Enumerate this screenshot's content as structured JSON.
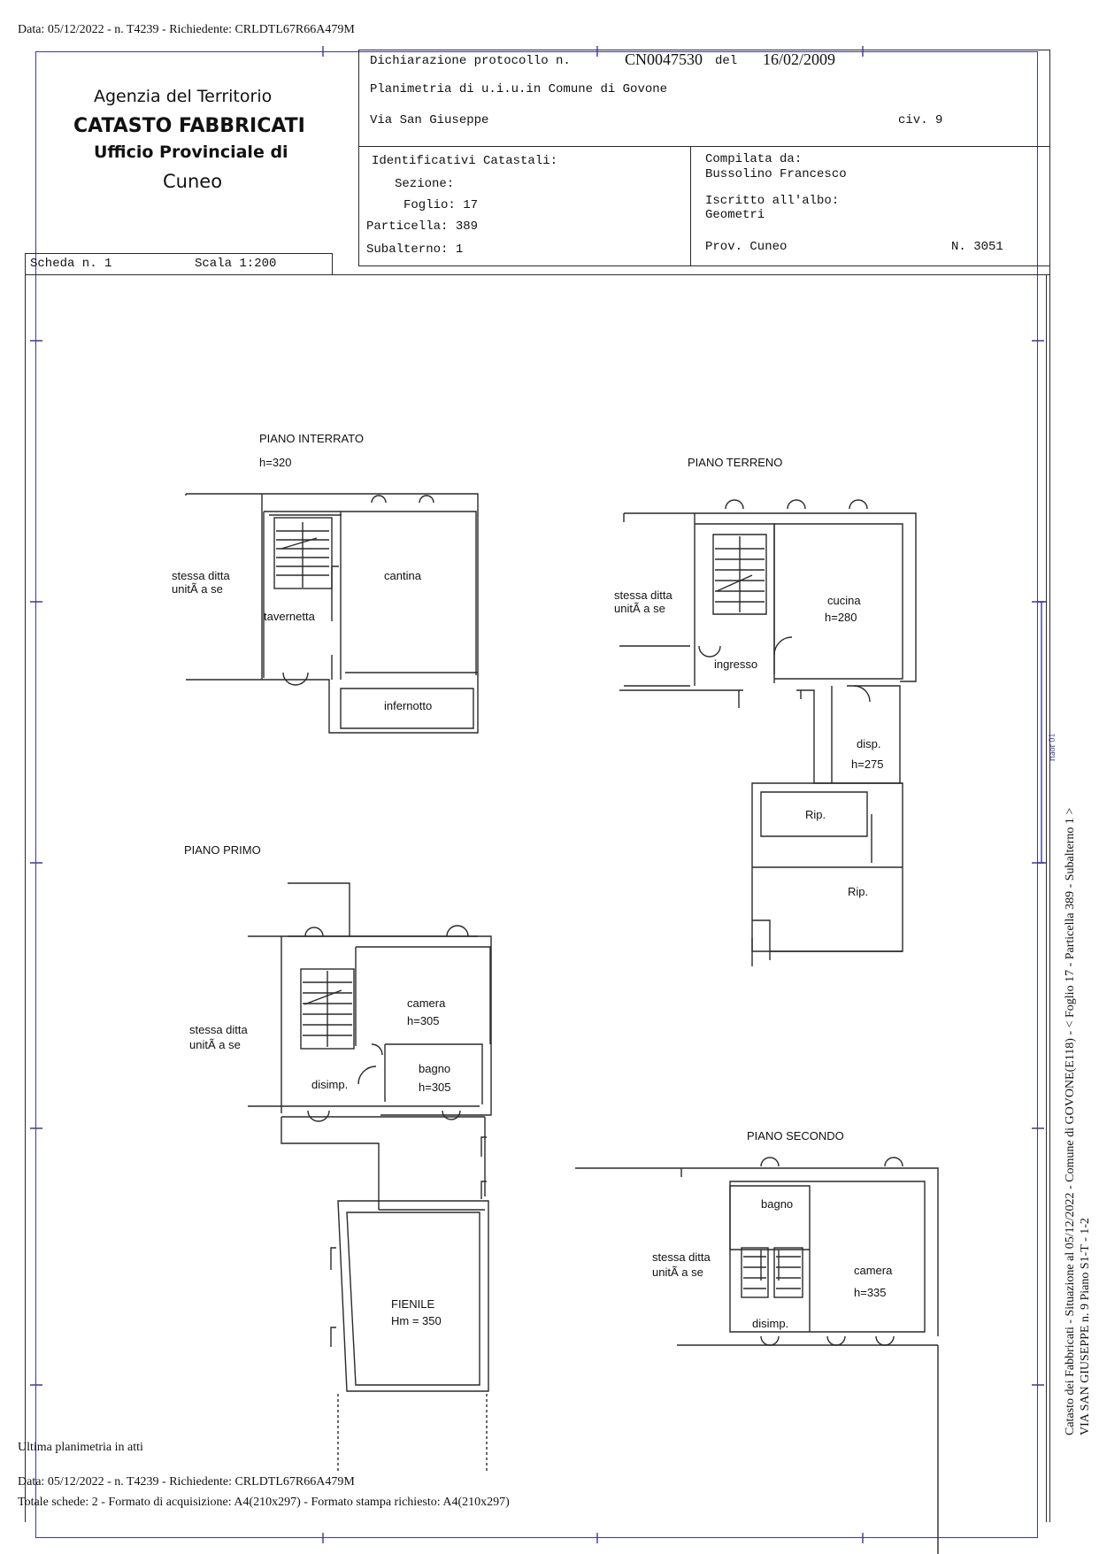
{
  "header_line": "Data: 05/12/2022 - n. T4239 - Richiedente: CRLDTL67R66A479M",
  "agency": {
    "line1": "Agenzia del Territorio",
    "line2": "CATASTO FABBRICATI",
    "line3": "Ufficio Provinciale di",
    "line4": "Cuneo"
  },
  "declaration": {
    "prefix": "Dichiarazione protocollo n.",
    "number": "CN0047530",
    "del": "del",
    "date": "16/02/2009",
    "planimetria": "Planimetria di u.i.u.in Comune di Govone",
    "address": "Via San Giuseppe",
    "civ": "civ. 9"
  },
  "ids": {
    "title": "Identificativi Catastali:",
    "sezione": "Sezione:",
    "foglio": "Foglio: 17",
    "particella": "Particella: 389",
    "subalterno": "Subalterno: 1"
  },
  "compiler": {
    "title": "Compilata da:",
    "name": "Bussolino Francesco",
    "iscritto": "Iscritto all'albo:",
    "albo": "Geometri",
    "prov": "Prov. Cuneo",
    "n": "N.  3051"
  },
  "scheda": "Scheda n. 1",
  "scala": "Scala 1:200",
  "plans": {
    "interrato": {
      "title": "PIANO INTERRATO",
      "h": "h=320",
      "stessa": "stessa ditta",
      "unita": "unitÃ  a se",
      "cantina": "cantina",
      "tavernetta": "tavernetta",
      "infernotto": "infernotto"
    },
    "terreno": {
      "title": "PIANO TERRENO",
      "stessa": "stessa ditta",
      "unita": "unitÃ  a se",
      "cucina": "cucina",
      "h_cucina": "h=280",
      "ingresso": "ingresso",
      "disp": "disp.",
      "h_disp": "h=275",
      "rip1": "Rip.",
      "rip2": "Rip."
    },
    "primo": {
      "title": "PIANO PRIMO",
      "stessa": "stessa ditta",
      "unita": "unitÃ  a se",
      "camera": "camera",
      "h_camera": "h=305",
      "bagno": "bagno",
      "h_bagno": "h=305",
      "disimp": "disimp.",
      "fienile": "FIENILE",
      "hm": "Hm = 350"
    },
    "secondo": {
      "title": "PIANO SECONDO",
      "stessa": "stessa ditta",
      "unita": "unitÃ  a se",
      "bagno": "bagno",
      "camera": "camera",
      "h_camera": "h=335",
      "disimp": "disimp."
    }
  },
  "side_note": "Catasto dei Fabbricati - Situazione al 05/12/2022 - Comune di GOVONE(E118) - < Foglio 17 - Particella  389 - Subalterno 1 >",
  "side_note2": "VIA SAN GIUSEPPE n. 9 Piano S1-T - 1-2",
  "side_stamp": "rtaor 01",
  "ultima": "Ultima planimetria in atti",
  "footer1": "Data: 05/12/2022 - n. T4239 - Richiedente: CRLDTL67R66A479M",
  "footer2": "Totale schede: 2 - Formato di acquisizione: A4(210x297)  - Formato stampa richiesto: A4(210x297)"
}
